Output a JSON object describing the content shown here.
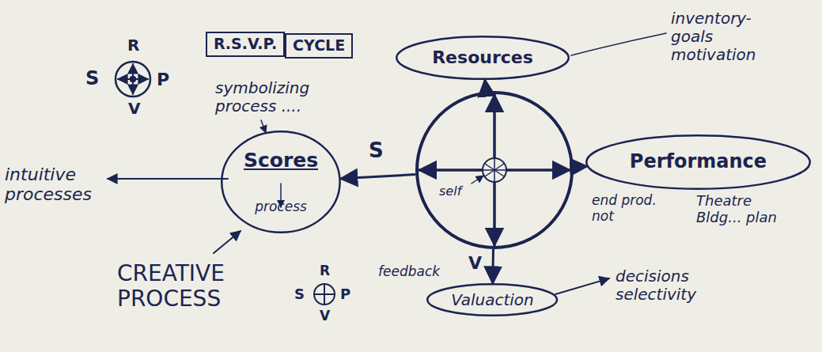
{
  "diagram": {
    "nodes": [
      {
        "text": [
          "R.S.V.P."
        ]
      },
      {
        "text": [
          "CYCLE"
        ]
      },
      {
        "text": [
          "Resources"
        ]
      },
      {
        "text": [
          "Scores",
          "process"
        ]
      },
      {
        "text": [
          "self"
        ]
      },
      {
        "text": [
          "Performance"
        ]
      },
      {
        "text": [
          "Valuaction"
        ]
      }
    ],
    "edges": [
      {
        "from": 4,
        "to": 2,
        "arrow": "to"
      },
      {
        "from": 4,
        "to": 5,
        "arrow": "to"
      },
      {
        "from": 4,
        "to": 6,
        "arrow": "to"
      },
      {
        "from": 4,
        "to": 3,
        "arrow": "to"
      }
    ],
    "labels": [
      "R",
      "S",
      "P",
      "V",
      "symbolizing process ....",
      "inventory- goals motivation",
      "intuitive processes",
      "S",
      "end prod. not",
      "Theatre Bldg... plan",
      "V",
      "feedback",
      "decisions selectivity",
      "CREATIVE PROCESS",
      "S",
      "R",
      "P",
      "V"
    ]
  }
}
